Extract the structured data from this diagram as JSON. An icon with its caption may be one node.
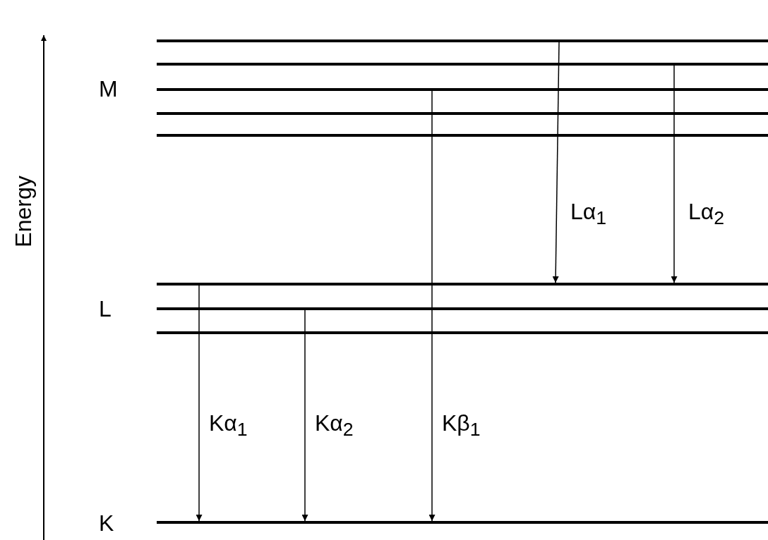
{
  "diagram": {
    "nodes": [
      {
        "text": [],
        "shape": "bar"
      },
      {
        "text": [],
        "shape": "bar"
      },
      {
        "text": [],
        "shape": "bar",
        "beside": [
          "M"
        ]
      },
      {
        "text": [],
        "shape": "bar"
      },
      {
        "text": [],
        "shape": "bar"
      },
      {
        "text": [],
        "shape": "bar"
      },
      {
        "text": [],
        "shape": "bar",
        "beside": [
          "L"
        ]
      },
      {
        "text": [],
        "shape": "bar"
      },
      {
        "text": [],
        "shape": "bar",
        "beside": [
          "K"
        ]
      }
    ],
    "edges": [
      {
        "from": 0,
        "to": 5,
        "arrow": "to",
        "label": "Lα$_{1}$"
      },
      {
        "from": 1,
        "to": 5,
        "arrow": "to",
        "label": "Lα$_{2}$"
      },
      {
        "from": 2,
        "to": 8,
        "arrow": "to",
        "label": "Kβ$_{1}$"
      },
      {
        "from": 5,
        "to": 8,
        "arrow": "to",
        "label": "Kα$_{1}$"
      },
      {
        "from": 6,
        "to": 8,
        "arrow": "to",
        "label": "Kα$_{2}$"
      }
    ],
    "labels": [
      "Energy"
    ]
  }
}
